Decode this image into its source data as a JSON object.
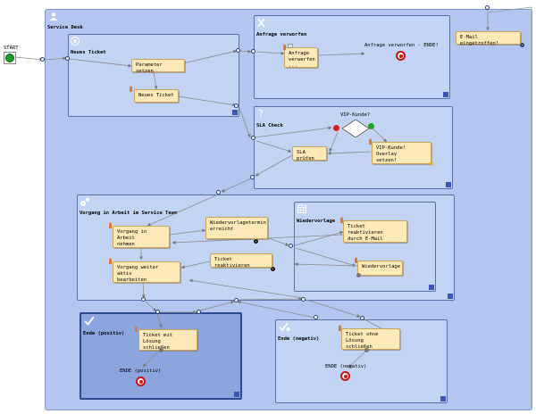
{
  "start": {
    "label": "START"
  },
  "pool": {
    "title": "Service Desk"
  },
  "lanes": {
    "neues_ticket": {
      "title": "Neues Ticket"
    },
    "anfrage_verworfen": {
      "title": "Anfrage verworfen"
    },
    "sla_check": {
      "title": "SLA Check"
    },
    "vorgang": {
      "title": "Vorgang in Arbeit im Service Team"
    },
    "wiedervorlage": {
      "title": "Wiedervorlage"
    },
    "ende_positiv": {
      "title": "Ende (positiv)"
    },
    "ende_negativ": {
      "title": "Ende (negativ)"
    }
  },
  "tasks": {
    "parameter_setzen": "Parameter setzen",
    "neues_ticket": "Neues Ticket",
    "anfrage_verwerfen": "Anfrage verwerfen\n...",
    "sla_pruefen": "SLA prüfen",
    "vip_overlay": "VIP-Kunde! Overlay\nsetzen!",
    "vorgang_nehmen": "Vorgang in Arbeit\nnehmen",
    "vorgang_weiter": "Vorgang weiter aktiv\nbearbeiten",
    "wiedervorlagetermin": "Wiedervorlagetermin\nerreicht",
    "ticket_reaktivieren": "Ticket reaktivieren",
    "ticket_reaktivieren_mail": "Ticket reaktivieren\ndurch E-Mail",
    "wiedervorlage": "Wiedervorlage",
    "ticket_mit_loesung": "Ticket mit Lösung\nschließen",
    "ticket_ohne_loesung": "Ticket ohne Lösung\nschließen",
    "email_eingetroffen": "E-Mail eingetroffen!"
  },
  "labels": {
    "anfrage_ende": "Anfrage verworfen - ENDE!",
    "vip_kunde": "VIP-Kunde?",
    "ende_positiv": "ENDE (positiv)",
    "ende_negativ": "ENDE (negativ)"
  }
}
